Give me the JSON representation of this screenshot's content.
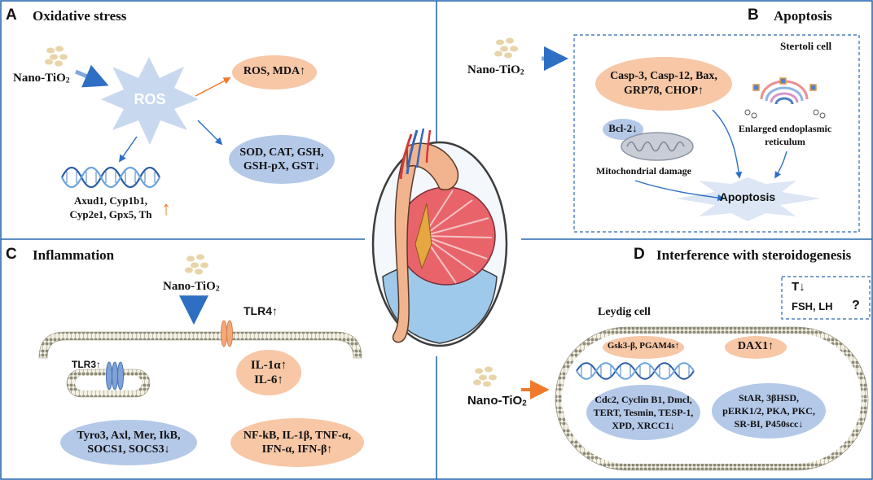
{
  "colors": {
    "salmon": "#f7c7a6",
    "blue": "#b4c9e8",
    "arrow_blue": "#2e6fc4",
    "arrow_orange": "#f07a2a",
    "divider": "#2a68b0",
    "ros_star": "#c7d8ef",
    "apoptosis_star": "#dce6f4"
  },
  "nano_label": {
    "main": "Nano-TiO",
    "sub": "2"
  },
  "panel_a": {
    "letter": "A",
    "title": "Oxidative stress",
    "ros": "ROS",
    "ros_mda": "ROS, MDA↑",
    "antioxidant": [
      "SOD, CAT, GSH,",
      "GSH-pX, GST↓"
    ],
    "genes": [
      "Axud1, Cyp1b1,",
      "Cyp2e1, Gpx5, Th"
    ],
    "gene_arrow": "↑"
  },
  "panel_b": {
    "letter": "B",
    "title": "Apoptosis",
    "cell": "Stertoli cell",
    "markers": [
      "Casp-3, Casp-12, Bax,",
      "GRP78, CHOP↑"
    ],
    "bcl2": "Bcl-2↓",
    "mito": "Mitochondrial damage",
    "er": [
      "Enlarged endoplasmic",
      "reticulum"
    ],
    "outcome": "Apoptosis"
  },
  "panel_c": {
    "letter": "C",
    "title": "Inflammation",
    "tlr4": "TLR4↑",
    "tlr3": "TLR3↑",
    "il": [
      "IL-1α↑",
      "IL-6↑"
    ],
    "receptors": [
      "Tyro3, Axl, Mer, IkB,",
      "SOCS1, SOCS3↓"
    ],
    "cytokines": [
      "NF-kB, IL-1β, TNF-α,",
      "IFN-α,  IFN-β↑"
    ]
  },
  "panel_d": {
    "letter": "D",
    "title": "Interference with steroidogenesis",
    "hormones": [
      "T↓",
      "FSH, LH"
    ],
    "question": "?",
    "cell": "Leydig cell",
    "gsk": "Gsk3-β, PGAM4s↑",
    "dax1": "DAX1↑",
    "cell_cycle": [
      "Cdc2, Cyclin B1, Dmcl,",
      "TERT, Tesmin, TESP-1,",
      "XPD, XRCC1↓"
    ],
    "steroid": [
      "StAR, 3βHSD,",
      "pERK1/2, PKA, PKC,",
      "SR-BI, P450scc↓"
    ]
  }
}
